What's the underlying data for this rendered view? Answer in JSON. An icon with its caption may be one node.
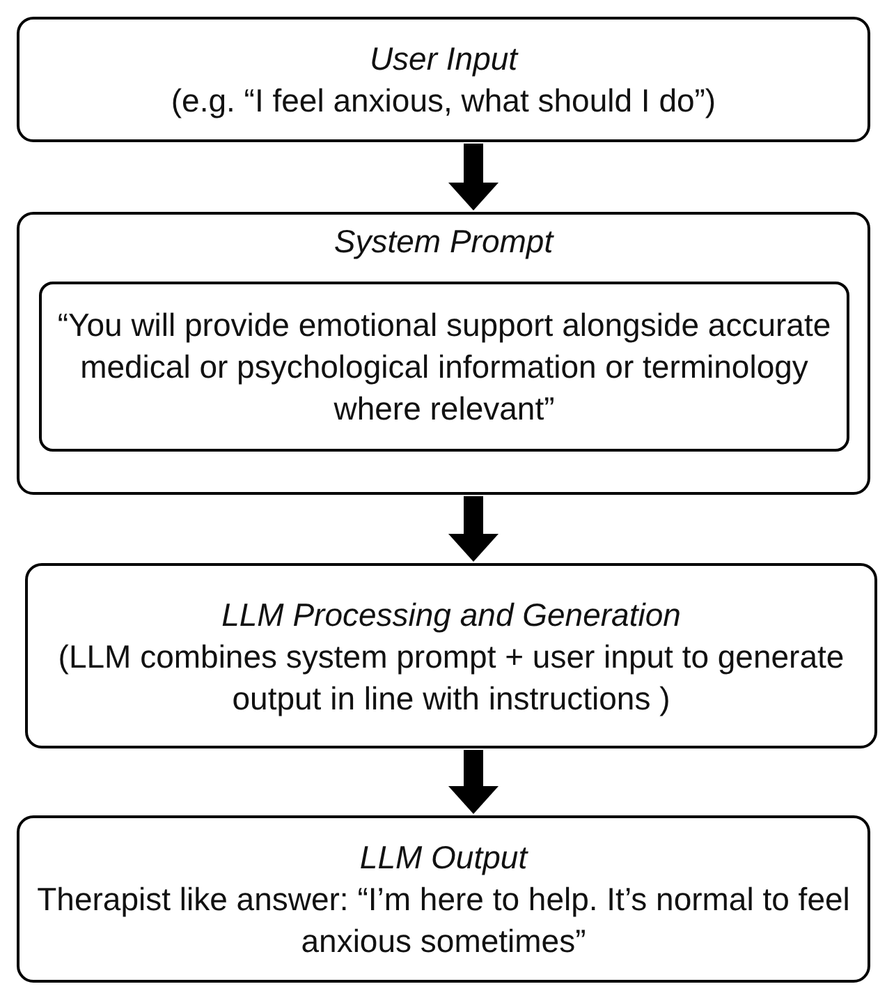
{
  "diagram": {
    "nodes": [
      {
        "text": [
          "User Input",
          "(e.g. “I feel anxious, what should I do”)"
        ]
      },
      {
        "text": [
          "System Prompt"
        ]
      },
      {
        "text": [
          "“You will provide emotional support alongside accurate medical or psychological information or terminology where relevant”"
        ],
        "in": 1
      },
      {
        "text": [
          "LLM Processing and Generation",
          "(LLM combines system prompt + user input to generate output in line with instructions )"
        ]
      },
      {
        "text": [
          "LLM Output",
          "Therapist like answer: “I’m here to help. It’s normal to feel anxious sometimes”"
        ]
      }
    ],
    "edges": [
      {
        "from": 0,
        "to": 1,
        "arrow": "to"
      },
      {
        "from": 1,
        "to": 3,
        "arrow": "to"
      },
      {
        "from": 3,
        "to": 4,
        "arrow": "to"
      }
    ]
  }
}
